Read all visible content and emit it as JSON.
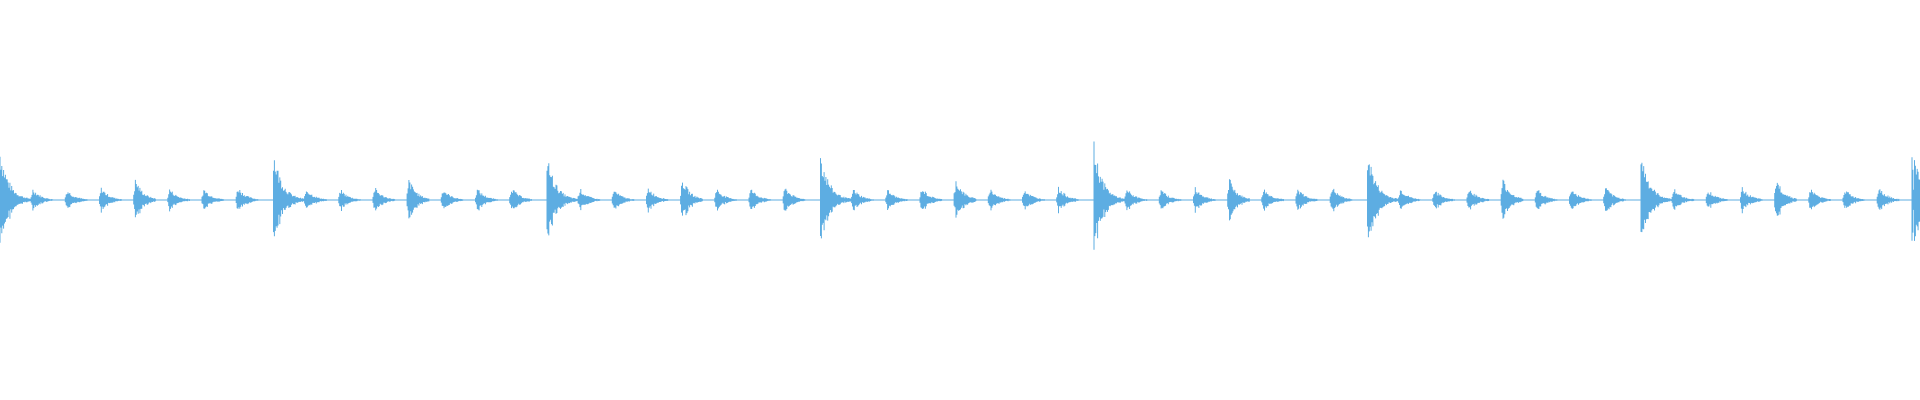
{
  "waveform": {
    "color": "#5DADE2",
    "background": "#ffffff",
    "bars": 8,
    "beats_per_bar": 8,
    "accent_amplitude": [
      1.0,
      0.95,
      0.85,
      0.92,
      1.05,
      0.95,
      0.9,
      0.85
    ],
    "beat_pattern": [
      0.22,
      0.2,
      0.24,
      0.4,
      0.22,
      0.22,
      0.25
    ]
  }
}
